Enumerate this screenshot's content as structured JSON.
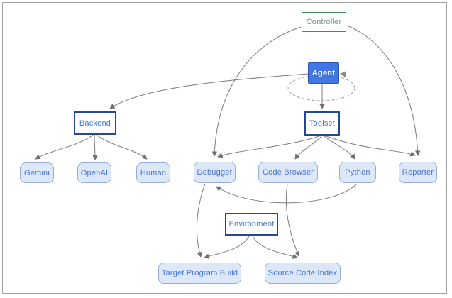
{
  "diagram": {
    "nodes": {
      "controller": {
        "label": "Controller",
        "type": "outline-green"
      },
      "agent": {
        "label": "Agent",
        "type": "primary"
      },
      "backend": {
        "label": "Backend",
        "type": "outline-blue"
      },
      "toolset": {
        "label": "Toolset",
        "type": "outline-blue"
      },
      "gemini": {
        "label": "Gemini",
        "type": "leaf"
      },
      "openai": {
        "label": "OpenAI",
        "type": "leaf"
      },
      "human": {
        "label": "Human",
        "type": "leaf"
      },
      "debugger": {
        "label": "Debugger",
        "type": "leaf"
      },
      "code_browser": {
        "label": "Code Browser",
        "type": "leaf"
      },
      "python": {
        "label": "Python",
        "type": "leaf"
      },
      "reporter": {
        "label": "Reporter",
        "type": "leaf"
      },
      "environment": {
        "label": "Environment",
        "type": "outline-blue"
      },
      "target_program_build": {
        "label": "Target Program Build",
        "type": "leaf"
      },
      "source_code_index": {
        "label": "Source Code Index",
        "type": "leaf"
      }
    },
    "edges": [
      {
        "from": "Controller",
        "to": "Debugger",
        "style": "solid"
      },
      {
        "from": "Controller",
        "to": "Reporter",
        "style": "solid"
      },
      {
        "from": "Agent",
        "to": "Backend",
        "style": "solid"
      },
      {
        "from": "Agent",
        "to": "Toolset",
        "style": "solid"
      },
      {
        "from": "Agent",
        "to": "Agent",
        "style": "dashed-self-loop"
      },
      {
        "from": "Backend",
        "to": "Gemini",
        "style": "solid"
      },
      {
        "from": "Backend",
        "to": "OpenAI",
        "style": "solid"
      },
      {
        "from": "Backend",
        "to": "Human",
        "style": "solid"
      },
      {
        "from": "Toolset",
        "to": "Debugger",
        "style": "solid"
      },
      {
        "from": "Toolset",
        "to": "Code Browser",
        "style": "solid"
      },
      {
        "from": "Toolset",
        "to": "Python",
        "style": "solid"
      },
      {
        "from": "Toolset",
        "to": "Reporter",
        "style": "solid"
      },
      {
        "from": "Python",
        "to": "Debugger",
        "style": "solid"
      },
      {
        "from": "Debugger",
        "to": "Target Program Build",
        "style": "solid"
      },
      {
        "from": "Code Browser",
        "to": "Source Code Index",
        "style": "solid"
      },
      {
        "from": "Environment",
        "to": "Target Program Build",
        "style": "solid"
      },
      {
        "from": "Environment",
        "to": "Source Code Index",
        "style": "solid"
      }
    ],
    "colors": {
      "agent_fill": "#4176e5",
      "agent_border": "#2d52b5",
      "outline_blue_border": "#24489b",
      "blue_text": "#4a73cf",
      "leaf_fill": "#dce7f8",
      "leaf_border": "#96aedd",
      "leaf_text": "#4b76cf",
      "controller_border": "#4a8c5f",
      "controller_text": "#6b9582",
      "edge": "#7b7b7b",
      "frame_border": "#a2a2a2"
    }
  }
}
